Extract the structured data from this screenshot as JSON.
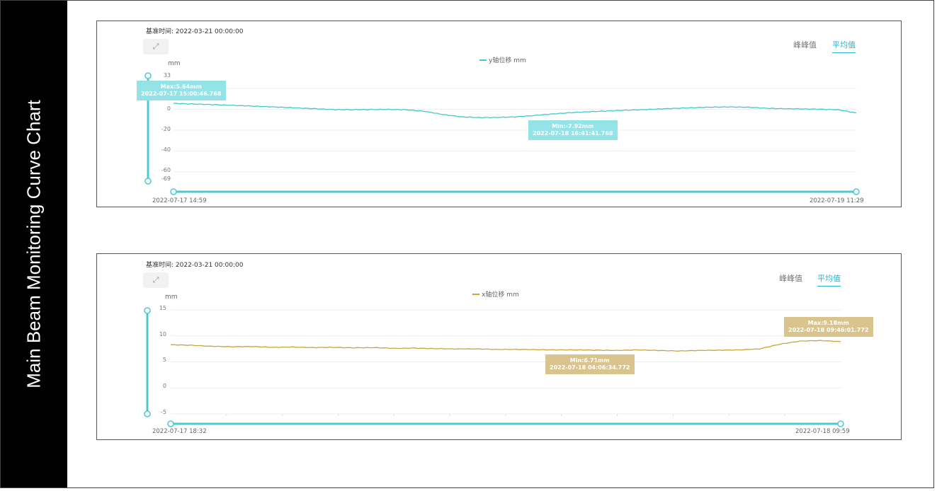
{
  "sidebar": {
    "title": "Main Beam Monitoring Curve Chart"
  },
  "tabs": {
    "peak": "峰峰值",
    "average": "平均值"
  },
  "expand_icon": "expand-arrows-icon",
  "expand_glyph": "⤢",
  "chart_data": [
    {
      "type": "line",
      "base_time_label": "基准时间: 2022-03-21 00:00:00",
      "unit": "mm",
      "series_name": "y轴位移 mm",
      "color": "#3ec9d1",
      "ylim": [
        -69,
        33
      ],
      "yticks": [
        "33",
        "0",
        "-20",
        "-40",
        "-60",
        "-69"
      ],
      "grid_values": [
        20,
        0,
        -20,
        -40,
        -60
      ],
      "x_start": "2022-07-17 14:59",
      "x_end": "2022-07-19 11:29",
      "series": [
        {
          "name": "y轴位移 mm",
          "values": [
            5.64,
            5.2,
            4.6,
            4.0,
            3.4,
            2.7,
            2.0,
            1.2,
            0.5,
            -0.3,
            -0.3,
            -0.2,
            -0.1,
            -0.4,
            -2.0,
            -5.0,
            -7.2,
            -7.92,
            -7.8,
            -7.3,
            -6.0,
            -4.6,
            -3.3,
            -2.4,
            -1.7,
            -1.0,
            -0.4,
            0.3,
            1.0,
            1.6,
            2.1,
            2.3,
            2.0,
            1.0,
            0.6,
            0.4,
            0.1,
            -0.4,
            -3.5
          ]
        }
      ],
      "max_label": "Max:5.64mm",
      "max_time": "2022-07-17 15:00:46.768",
      "min_label": "Min:-7.92mm",
      "min_time": "2022-07-18 16:41:41.768"
    },
    {
      "type": "line",
      "base_time_label": "基准时间: 2022-03-21 00:00:00",
      "unit": "mm",
      "series_name": "x轴位移 mm",
      "color": "#c9a43c",
      "ylim": [
        -5,
        15
      ],
      "yticks": [
        "15",
        "10",
        "5",
        "0",
        "-5"
      ],
      "grid_values": [
        15,
        10,
        5,
        0,
        -5
      ],
      "x_start": "2022-07-17 18:32",
      "x_end": "2022-07-18 09:59",
      "series": [
        {
          "name": "x轴位移 mm",
          "values": [
            8.3,
            8.2,
            8.0,
            7.9,
            7.95,
            7.8,
            7.85,
            7.75,
            7.8,
            7.7,
            7.75,
            7.6,
            7.65,
            7.55,
            7.5,
            7.5,
            7.4,
            7.4,
            7.35,
            7.3,
            7.3,
            7.25,
            7.2,
            7.3,
            7.2,
            7.1,
            7.2,
            7.25,
            7.3,
            7.5,
            8.4,
            9.0,
            9.1,
            8.9
          ]
        }
      ],
      "max_label": "Max:9.18mm",
      "max_time": "2022-07-18 09:46:01.772",
      "min_label": "Min:6.71mm",
      "min_time": "2022-07-18 04:06:34.772"
    }
  ]
}
